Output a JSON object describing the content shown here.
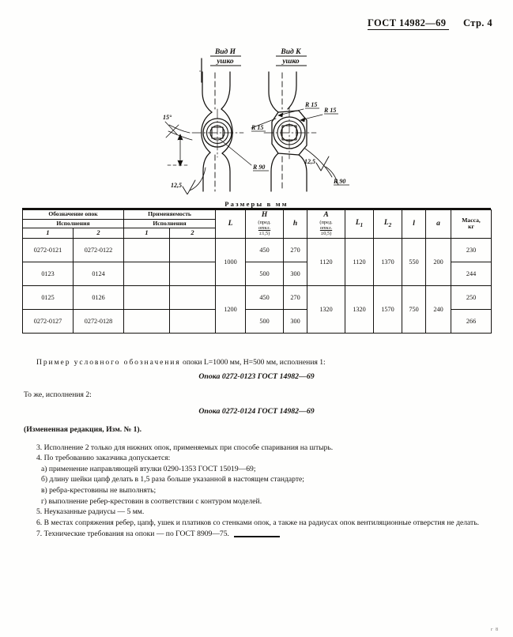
{
  "header": {
    "standard": "ГОСТ 14982—69",
    "page_label": "Стр. 4"
  },
  "drawing": {
    "view_left_title": "Вид И",
    "view_left_sub": "ушко",
    "view_right_title": "Вид К",
    "view_right_sub": "ушко",
    "callout_r15_a": "R 15",
    "callout_r15_b": "R 15",
    "callout_r15_c": "R 15",
    "callout_r90_left": "R 90",
    "callout_r90_right": "R 90",
    "roughness_left": "12,5",
    "roughness_right": "12,5",
    "angle_note": "15°"
  },
  "table": {
    "caption": "Размеры в мм",
    "group_headers": {
      "designation": "Обозначение опок",
      "applicability": "Применяемость",
      "variants": "Исполнения"
    },
    "columns": [
      {
        "key": "var1_desig",
        "label": "1"
      },
      {
        "key": "var2_desig",
        "label": "2"
      },
      {
        "key": "var1_appl",
        "label": "1"
      },
      {
        "key": "var2_appl",
        "label": "2"
      },
      {
        "key": "L",
        "label": "L"
      },
      {
        "key": "H",
        "label": "H",
        "tolerance": "(пред. откл. ±1,5)"
      },
      {
        "key": "h",
        "label": "h"
      },
      {
        "key": "A",
        "label": "A",
        "tolerance": "(пред. откл. ±0,5)"
      },
      {
        "key": "L1",
        "label": "L1"
      },
      {
        "key": "L2",
        "label": "L2"
      },
      {
        "key": "l",
        "label": "l"
      },
      {
        "key": "a",
        "label": "a"
      },
      {
        "key": "mass",
        "label": "Масса, кг"
      }
    ],
    "rows": [
      {
        "var1": "0272-0121",
        "var2": "0272-0122",
        "appl1": "",
        "appl2": "",
        "L": "1000",
        "H": "450",
        "h": "270",
        "A": "1120",
        "L1": "1120",
        "L2": "1370",
        "l": "550",
        "a": "200",
        "mass": "230"
      },
      {
        "var1": "0123",
        "var2": "0124",
        "appl1": "",
        "appl2": "",
        "L": "",
        "H": "500",
        "h": "300",
        "A": "",
        "L1": "",
        "L2": "",
        "l": "",
        "a": "",
        "mass": "244"
      },
      {
        "var1": "0125",
        "var2": "0126",
        "appl1": "",
        "appl2": "",
        "L": "1200",
        "H": "450",
        "h": "270",
        "A": "1320",
        "L1": "1320",
        "L2": "1570",
        "l": "750",
        "a": "240",
        "mass": "250"
      },
      {
        "var1": "0272-0127",
        "var2": "0272-0128",
        "appl1": "",
        "appl2": "",
        "L": "",
        "H": "500",
        "h": "300",
        "A": "",
        "L1": "",
        "L2": "",
        "l": "",
        "a": "",
        "mass": "266"
      }
    ]
  },
  "body": {
    "example_lead": "Пример   условного   обозначения",
    "example_rest": " опоки L=1000 мм, H=500 мм, исполнения 1:",
    "example_code_1": "Опока 0272-0123 ГОСТ 14982—69",
    "same_as_line": "То же, исполнения 2:",
    "example_code_2": "Опока 0272-0124 ГОСТ 14982—69",
    "revision_note": "(Измененная редакция, Изм. № 1).",
    "item3": "3. Исполнение 2 только для  нижних опок, применяемых при способе спаривания на штырь.",
    "item4": "4. По требованию заказчика допускается:",
    "item4a": "а) применение   направляющей  втулки 0290-1353 ГОСТ 15019—69;",
    "item4b": "б) длину шейки цапф делать в 1,5 раза больше  указанной в настоящем стандарте;",
    "item4v": "в) ребра-крестовины не выполнять;",
    "item4g": "г) выполнение ребер-крестовин в соответствии  с контуром моделей.",
    "item5": "5. Неуказанные радиусы — 5 мм.",
    "item6": "6. В местах сопряжения ребер, цапф, ушек и платиков со стенками опок, а также на радиусах опок вентиляционные отверстия не делать.",
    "item7": "7. Технические требования на опоки  —  по ГОСТ 8909—75."
  }
}
